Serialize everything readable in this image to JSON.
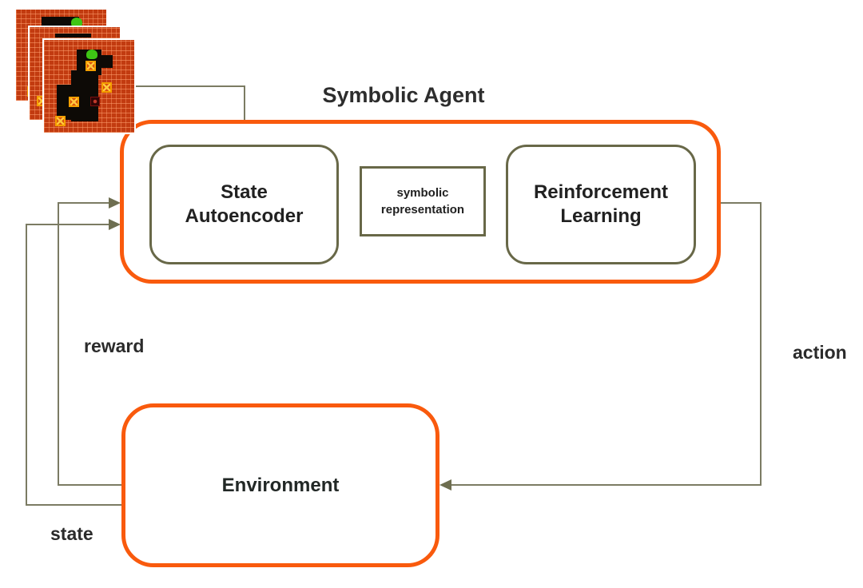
{
  "diagram": {
    "title": "Symbolic Agent",
    "nodes": {
      "state_autoencoder": {
        "line1": "State",
        "line2": "Autoencoder"
      },
      "symbolic_representation": {
        "line1": "symbolic",
        "line2": "representation"
      },
      "reinforcement_learning": {
        "line1": "Reinforcement",
        "line2": "Learning"
      },
      "environment": {
        "label": "Environment"
      }
    },
    "edge_labels": {
      "reward": "reward",
      "state": "state",
      "action": "action"
    },
    "input_stack": {
      "name": "game-screenshot-stack",
      "frame_count": 3
    },
    "colors": {
      "accent_orange": "#F95A0D",
      "node_border": "#686848",
      "connector": "#7B7B63",
      "text": "#212121",
      "brick_red": "#C23B10"
    }
  }
}
